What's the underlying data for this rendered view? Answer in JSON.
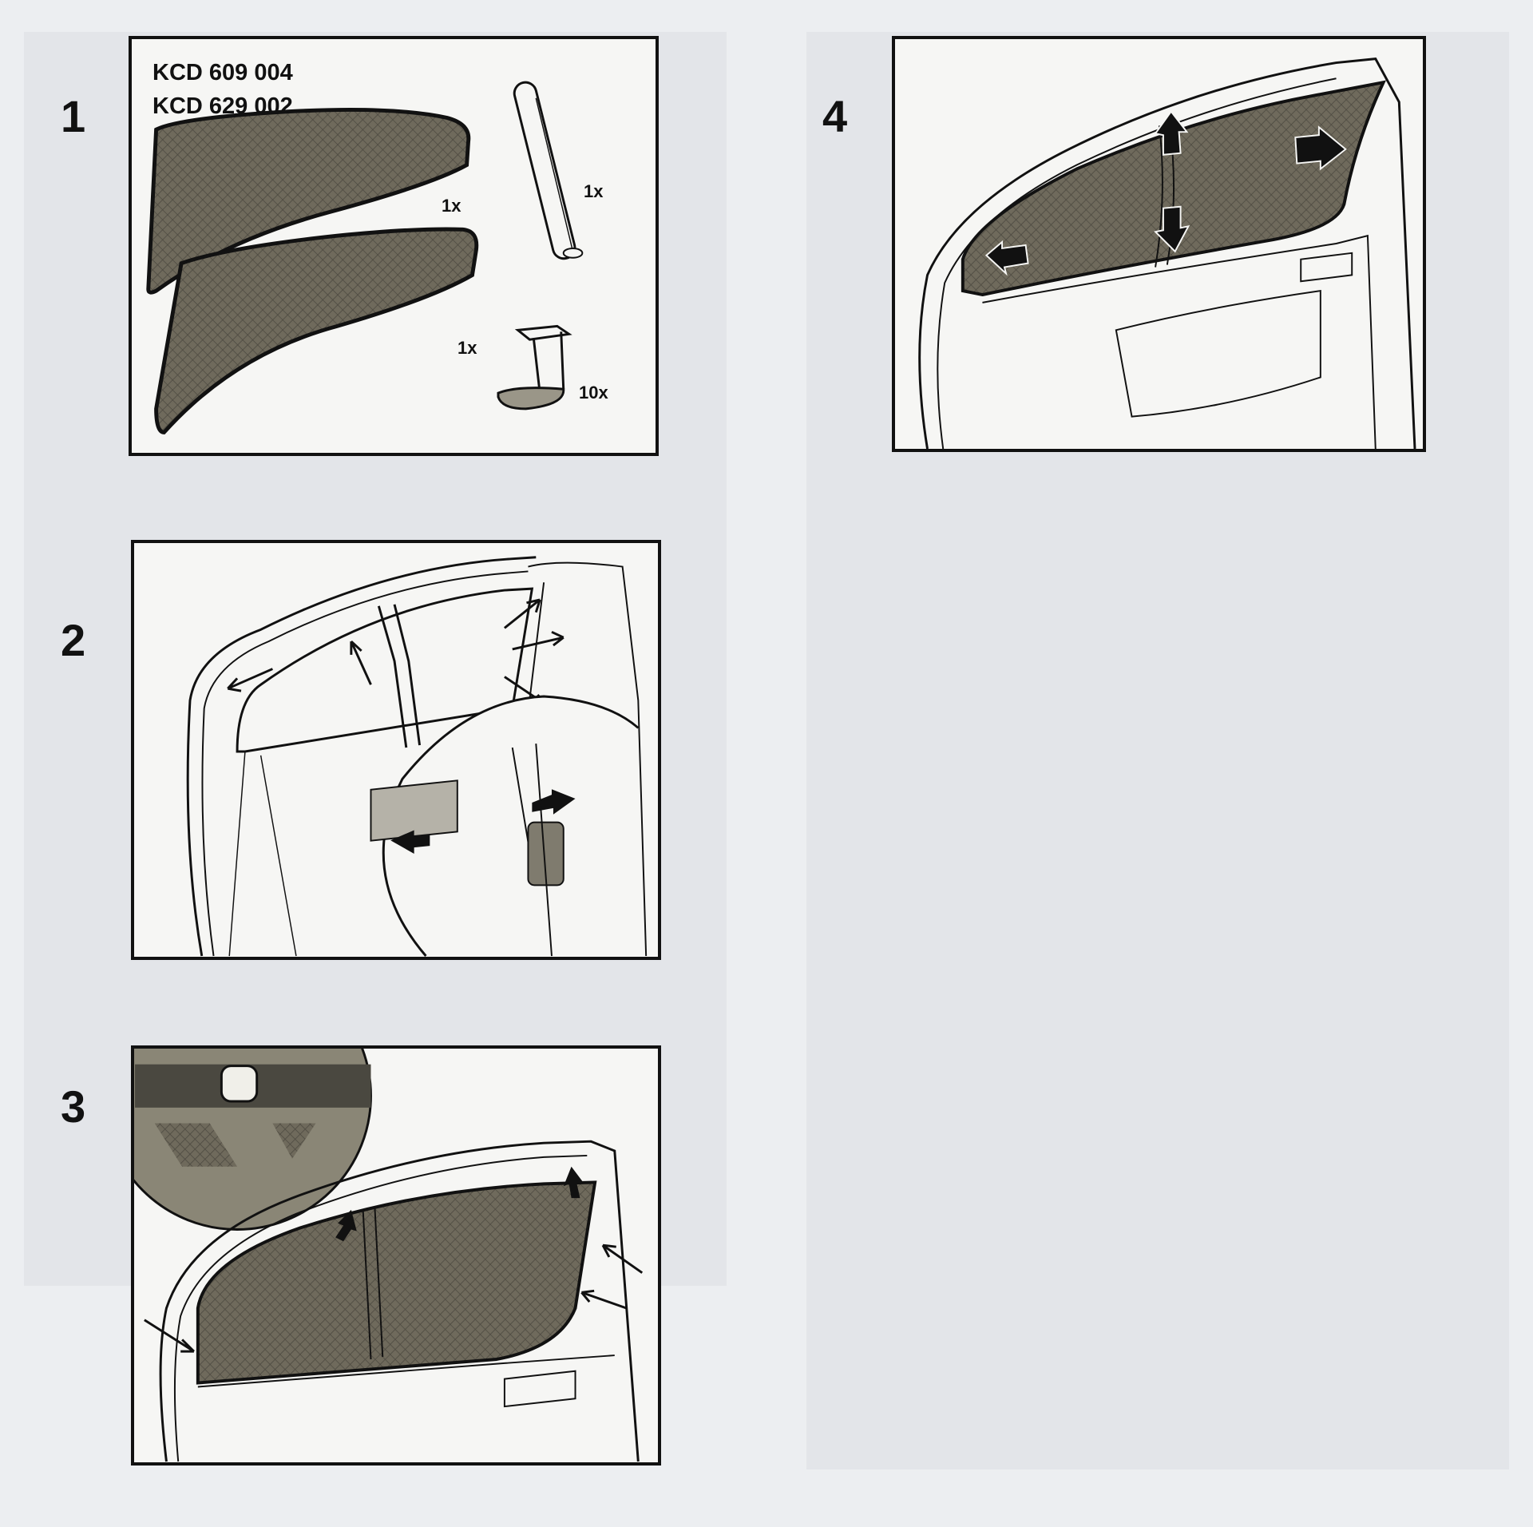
{
  "product_codes": [
    "KCD 609 004",
    "KCD 629 002"
  ],
  "steps": [
    {
      "number": "1"
    },
    {
      "number": "2"
    },
    {
      "number": "3"
    },
    {
      "number": "4"
    }
  ],
  "parts": [
    {
      "item": "upper-shade",
      "quantity": "1x"
    },
    {
      "item": "lower-shade",
      "quantity": "1x"
    },
    {
      "item": "tool",
      "quantity": "1x"
    },
    {
      "item": "clip",
      "quantity": "10x"
    }
  ],
  "colors": {
    "shade": "#6f6a5c",
    "line": "#111111",
    "panel": "#f6f6f4",
    "page": "#eceef1"
  }
}
